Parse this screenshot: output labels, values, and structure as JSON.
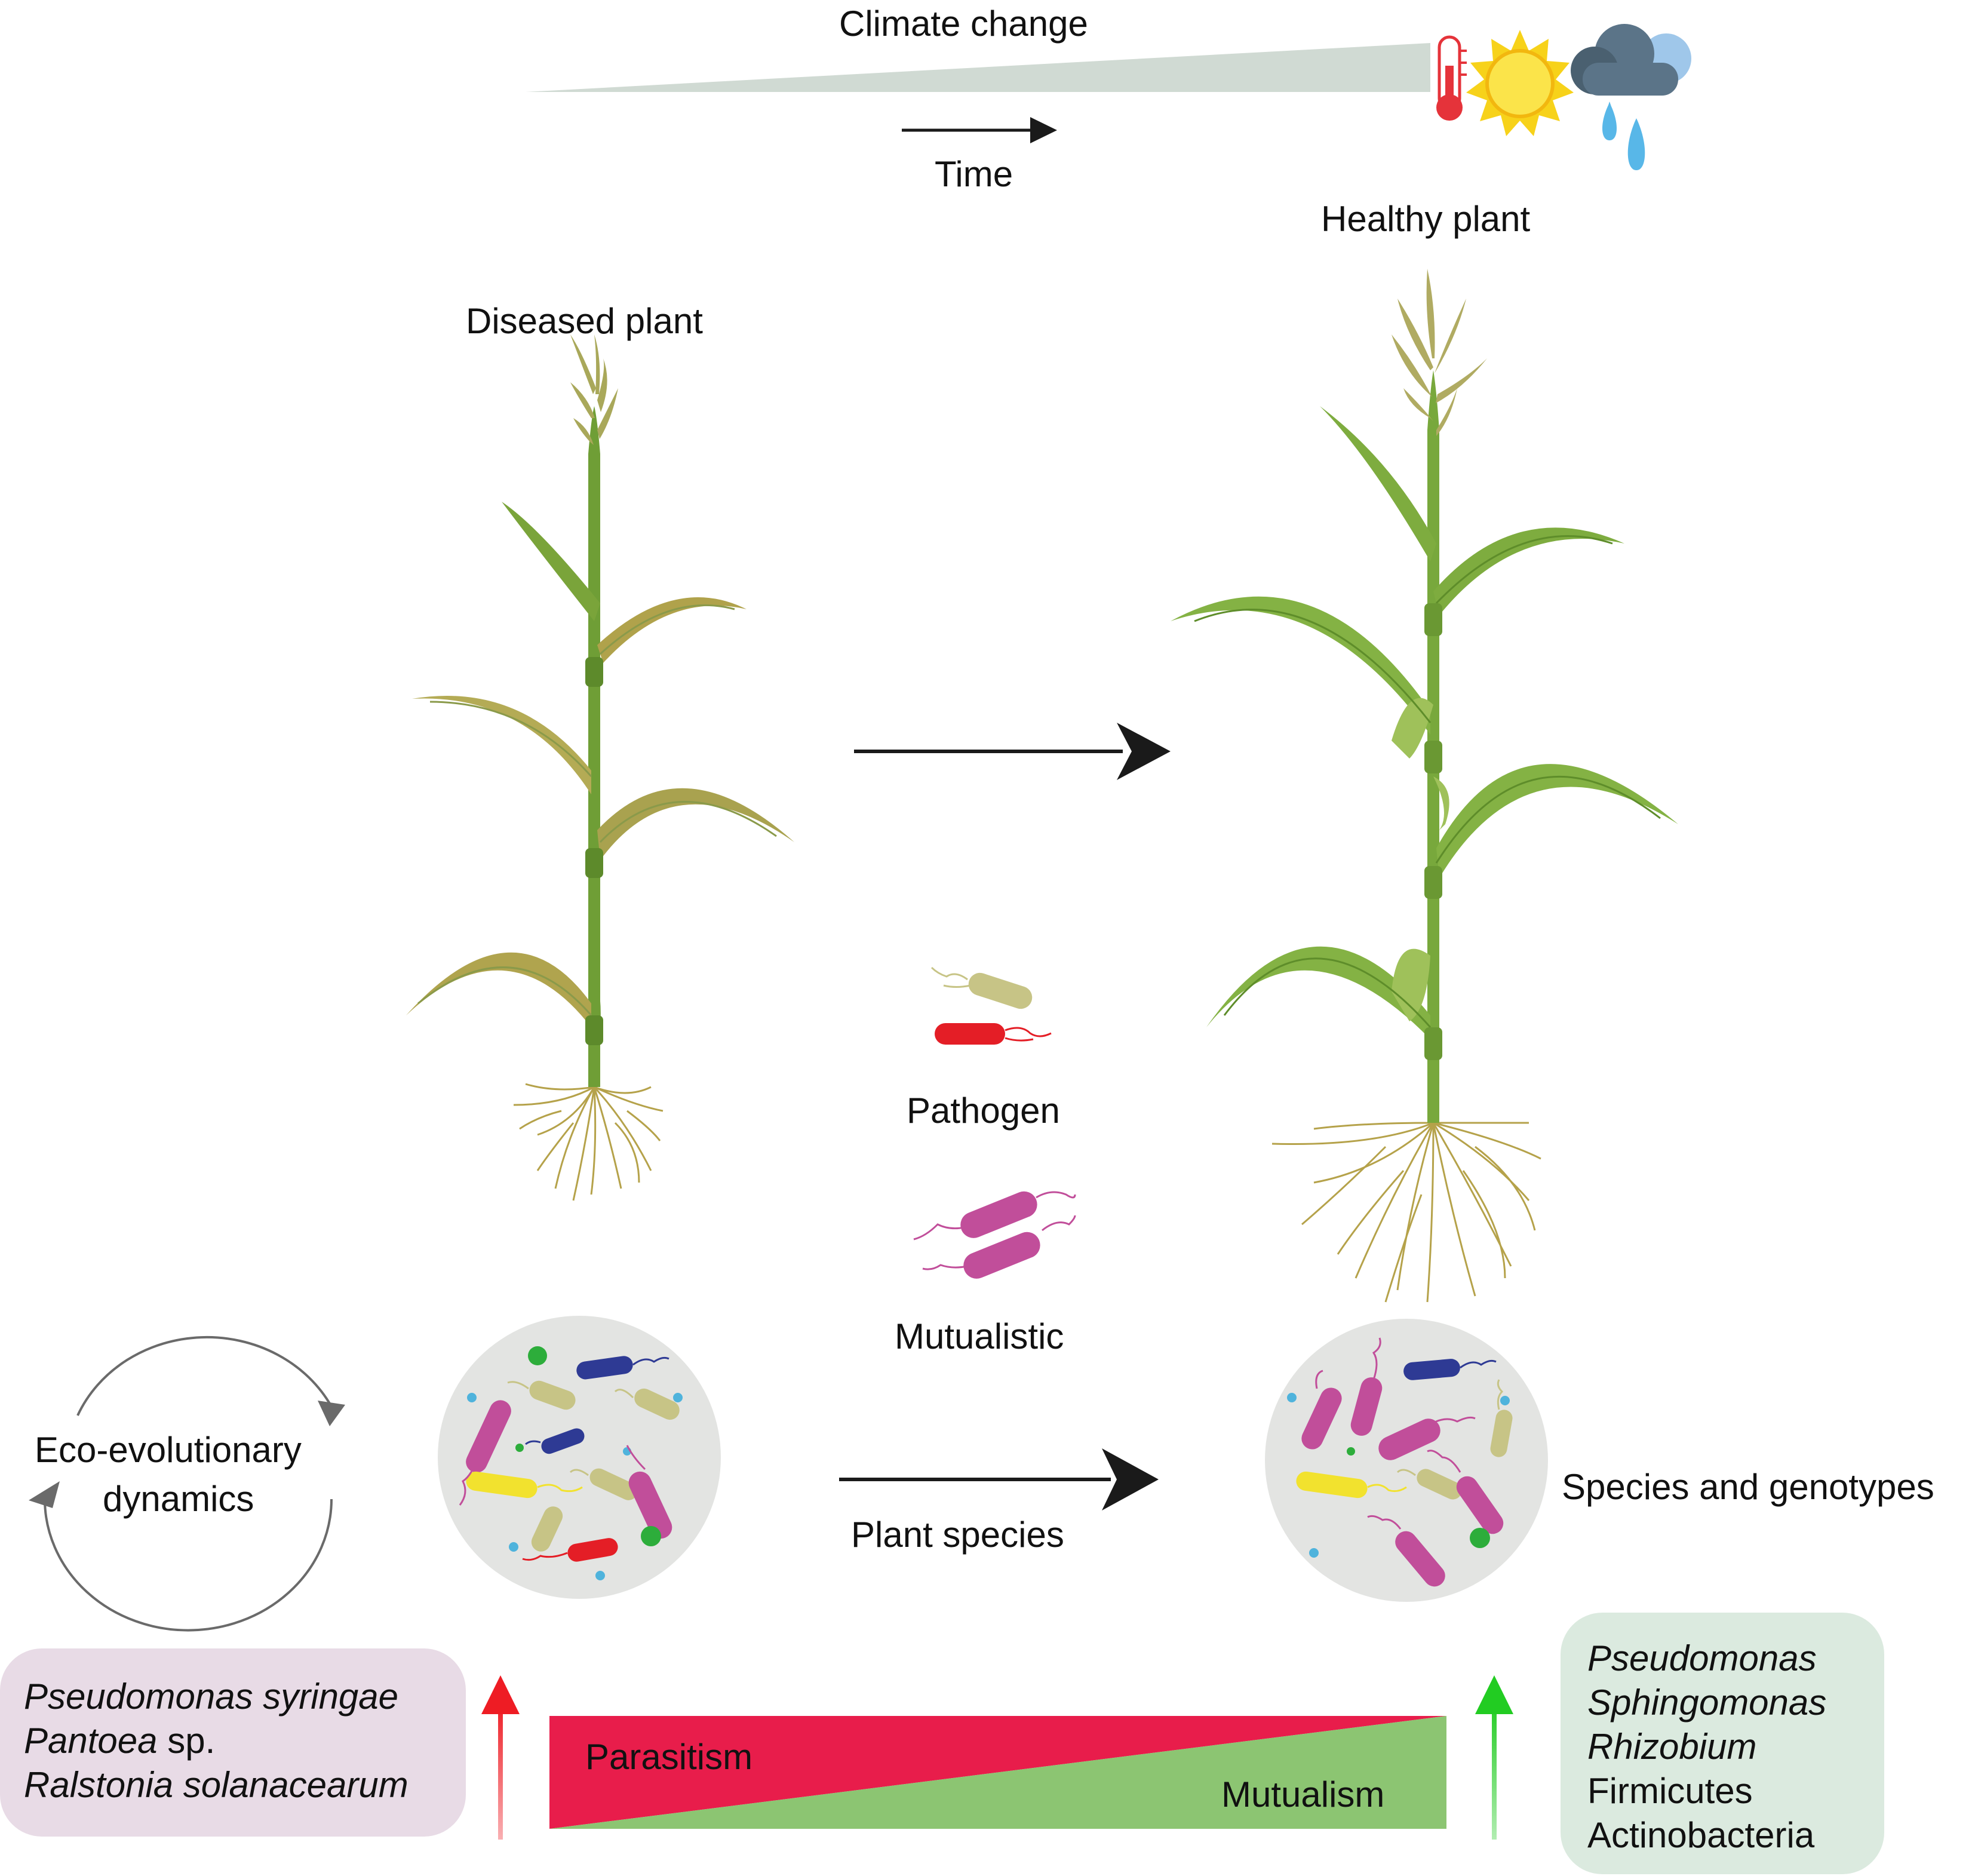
{
  "labels": {
    "climate_change": "Climate change",
    "time": "Time",
    "diseased_plant": "Diseased plant",
    "healthy_plant": "Healthy plant",
    "pathogen": "Pathogen",
    "mutualistic": "Mutualistic",
    "eco_evolutionary_1": "Eco-evolutionary",
    "eco_evolutionary_2": "dynamics",
    "plant_species": "Plant species",
    "species_genotypes": "Species and genotypes",
    "parasitism": "Parasitism",
    "mutualism": "Mutualism"
  },
  "pathogen_box": [
    {
      "italic": "Pseudomonas syringae",
      "plain": ""
    },
    {
      "italic": "Pantoea",
      "plain": " sp."
    },
    {
      "italic": "Ralstonia solanacearum",
      "plain": ""
    }
  ],
  "mutualist_box": [
    {
      "italic": "Pseudomonas",
      "plain": ""
    },
    {
      "italic": "Sphingomonas",
      "plain": ""
    },
    {
      "italic": "Rhizobium",
      "plain": ""
    },
    {
      "italic": "",
      "plain": "Firmicutes"
    },
    {
      "italic": "",
      "plain": "Actinobacteria"
    }
  ],
  "colors": {
    "parasitism": "#e81d4b",
    "mutualism": "#8cc572",
    "pathogen_box_bg": "#e8dbe6",
    "mutualist_box_bg": "#dbeadf",
    "up_arrow_red": "#ee1c24",
    "up_arrow_green": "#22cc22",
    "climate_wedge": "#d0dad3",
    "circle_bg": "#e3e4e2"
  },
  "icons": [
    "thermometer-icon",
    "sun-icon",
    "rain-cloud-icon"
  ]
}
